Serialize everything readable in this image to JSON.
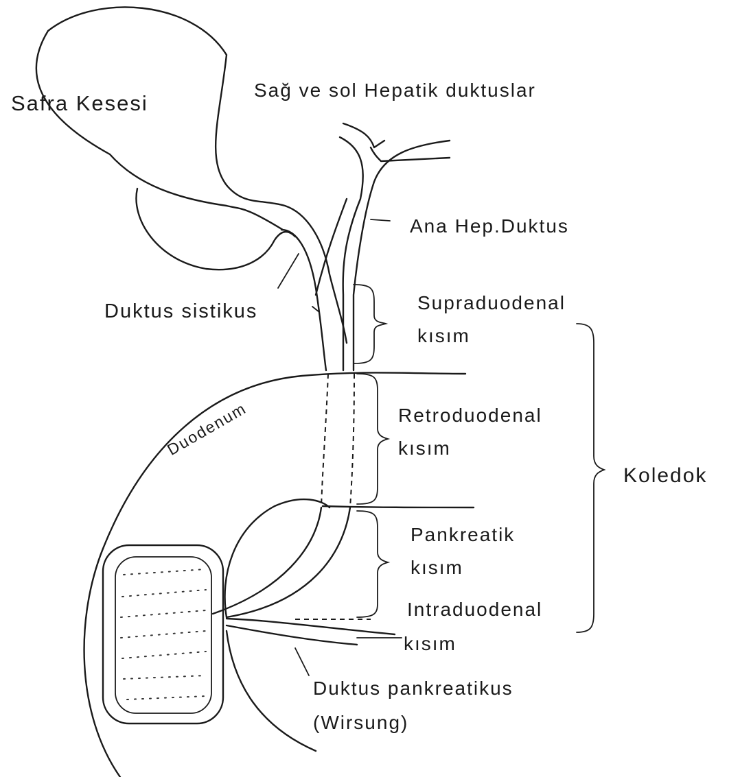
{
  "labels": {
    "safra_kesesi": "Safra Kesesi",
    "hepatik_duktuslar": "Sağ ve sol Hepatik duktuslar",
    "ana_hep_duktus": "Ana Hep.Duktus",
    "duktus_sistikus": "Duktus sistikus",
    "supraduodenal": "Supraduodenal",
    "supraduodenal_kisim": "kısım",
    "retroduodenal": "Retroduodenal",
    "retroduodenal_kisim": "kısım",
    "koledok": "Koledok",
    "duodenum": "Duodenum",
    "pankreatik": "Pankreatik",
    "pankreatik_kisim": "kısım",
    "intraduodenal": "Intraduodenal",
    "intraduodenal_kisim": "kısım",
    "duktus_pankreatikus": "Duktus pankreatikus",
    "wirsung": "(Wirsung)"
  }
}
